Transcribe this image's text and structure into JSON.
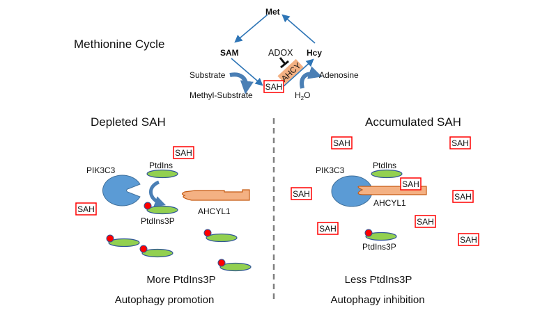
{
  "colors": {
    "arrow_blue": "#2e75b6",
    "enzyme_blue": "#5b9bd5",
    "enzyme_blue_stroke": "#41719c",
    "ahcyl1_fill": "#f4b183",
    "ahcyl1_stroke": "#c55a11",
    "lipid_green": "#92d050",
    "lipid_stroke": "#2f5597",
    "phosphate_red": "#ff0000",
    "sah_box": "#ff0000",
    "divider": "#808080",
    "ahcy_box": "#f4b183"
  },
  "cycle": {
    "title": "Methionine Cycle",
    "met": "Met",
    "sam": "SAM",
    "hcy": "Hcy",
    "sah": "SAH",
    "adox": "ADOX",
    "ahcy": "AHCY",
    "substrate": "Substrate",
    "methyl_substrate": "Methyl-Substrate",
    "adenosine": "Adenosine",
    "water_h": "H",
    "water_sub": "2",
    "water_o": "O"
  },
  "left_panel": {
    "title": "Depleted SAH",
    "pik3c3": "PIK3C3",
    "ptdins": "PtdIns",
    "ptdins3p": "PtdIns3P",
    "ahcyl1": "AHCYL1",
    "sah_labels": [
      "SAH",
      "SAH"
    ],
    "outcome": "More PtdIns3P",
    "effect": "Autophagy promotion"
  },
  "right_panel": {
    "title": "Accumulated SAH",
    "pik3c3": "PIK3C3",
    "ptdins": "PtdIns",
    "ptdins3p": "PtdIns3P",
    "ahcyl1": "AHCYL1",
    "sah_labels": [
      "SAH",
      "SAH",
      "SAH",
      "SAH",
      "SAH",
      "SAH",
      "SAH",
      "SAH"
    ],
    "outcome": "Less PtdIns3P",
    "effect": "Autophagy inhibition"
  }
}
